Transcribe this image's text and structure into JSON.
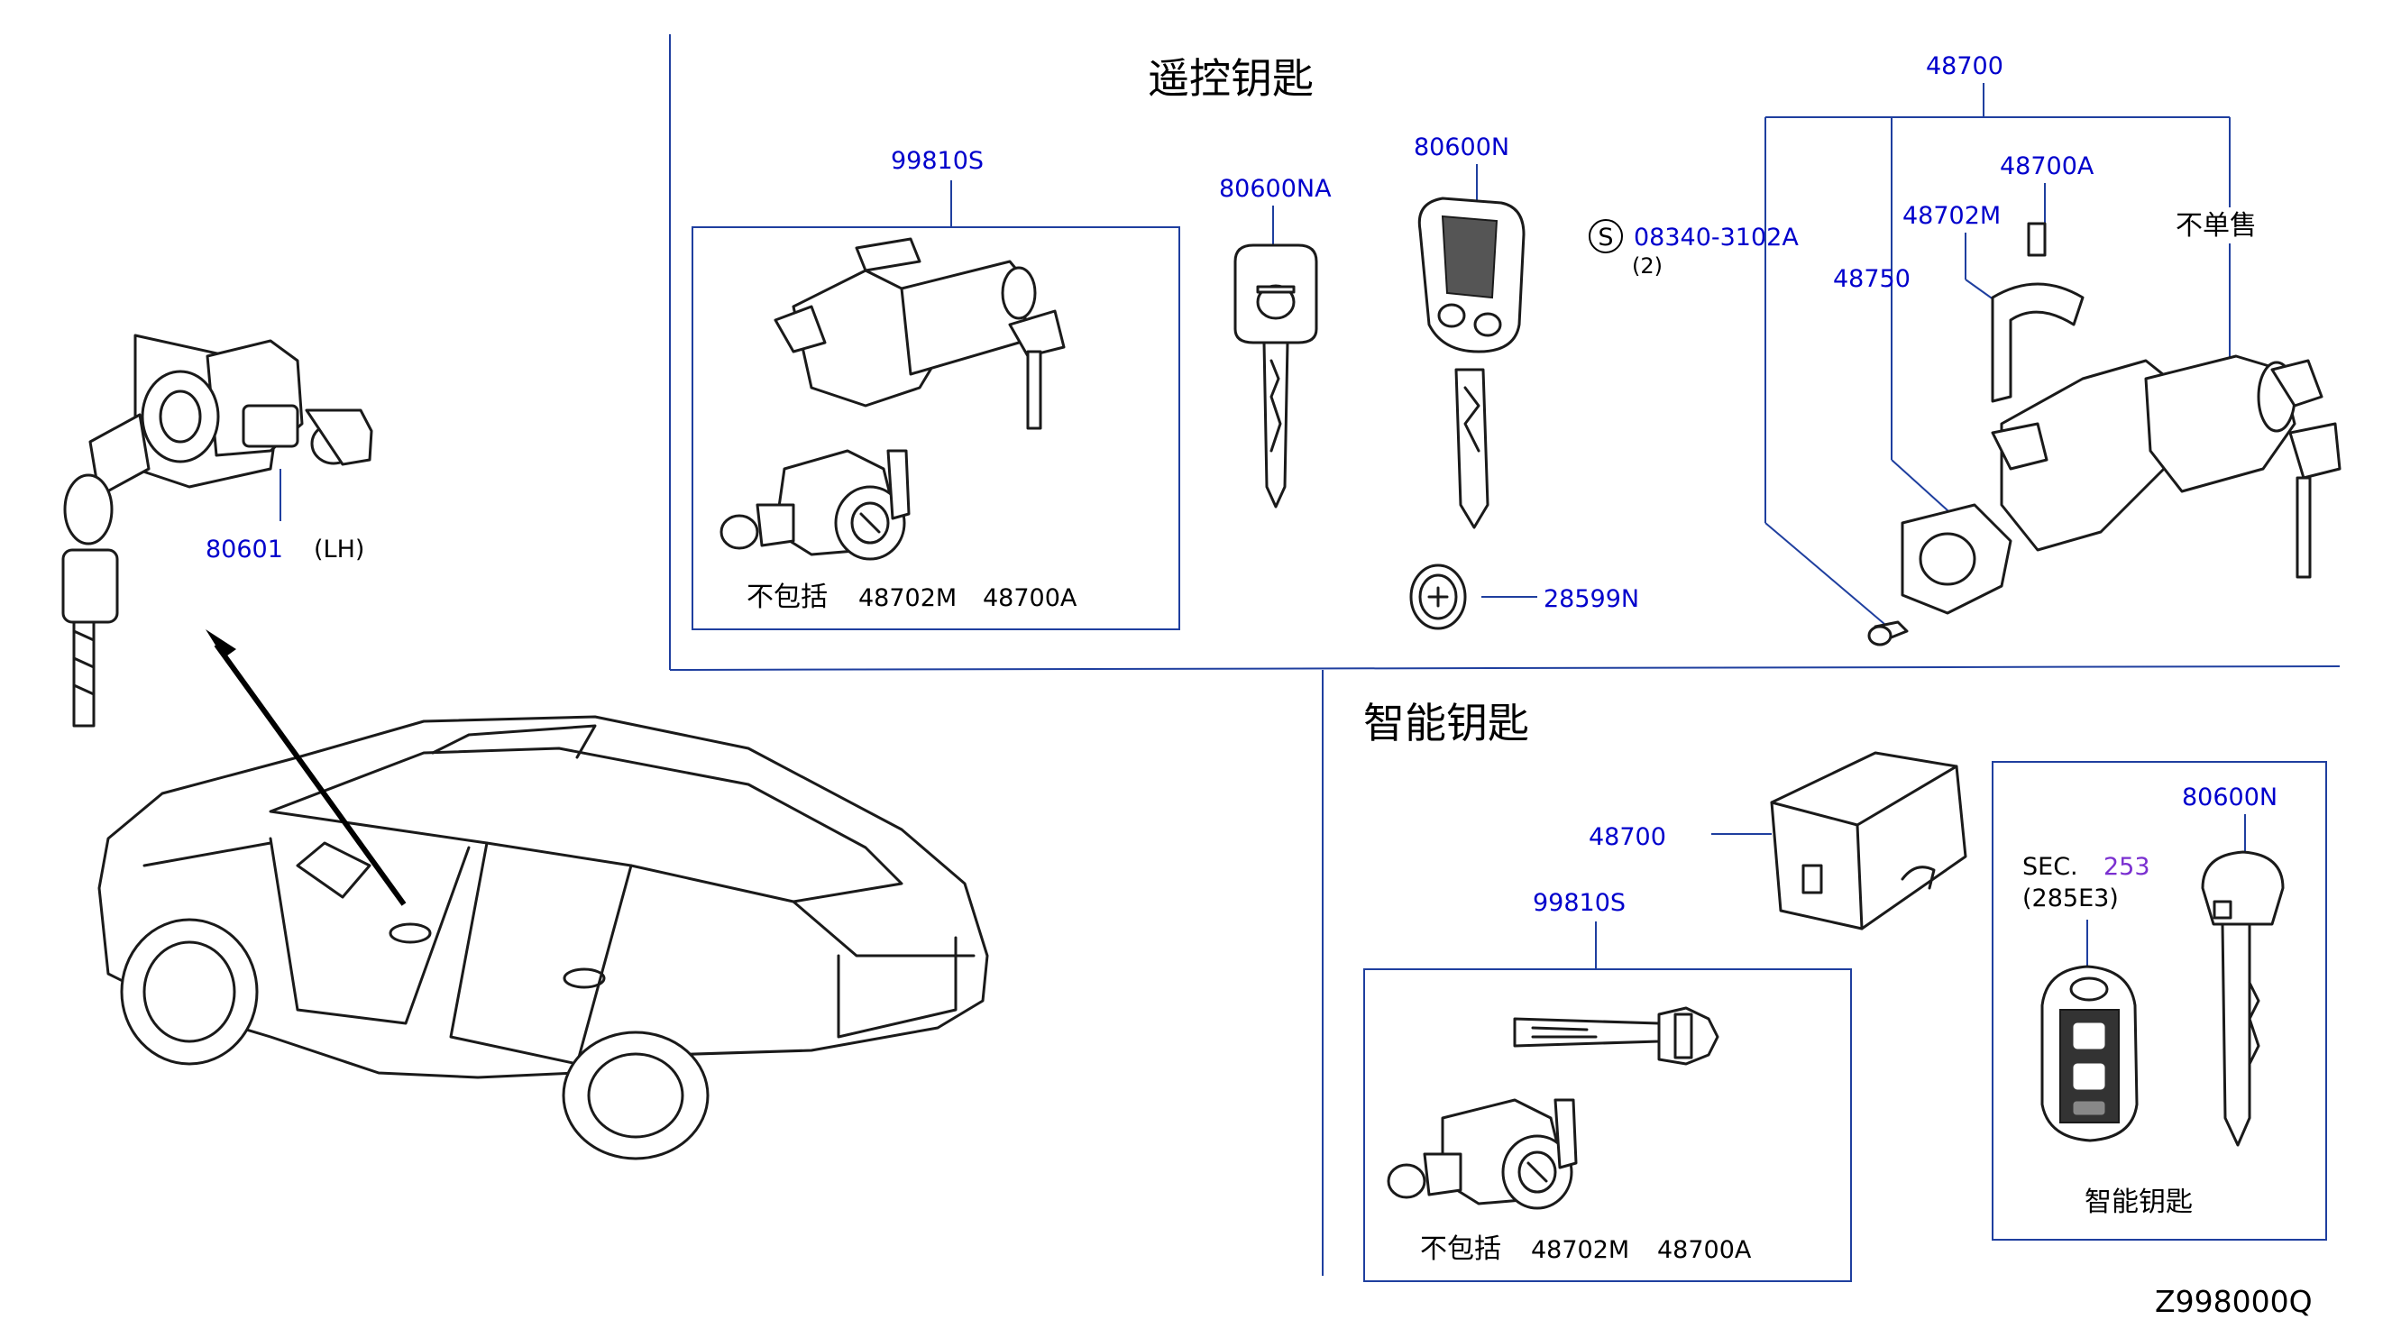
{
  "diagram_code": "Z998000Q",
  "sections": {
    "remote_key": {
      "title": "遥控钥匙",
      "part_99810s": "99810S",
      "not_incl_label": "不包括",
      "not_incl_1": "48702M",
      "not_incl_2": "48700A",
      "part_80600na": "80600NA",
      "part_80600n": "80600N",
      "part_28599n": "28599N",
      "screw_symbol": "S",
      "part_screw": "08340-3102A",
      "screw_qty": "(2)",
      "part_48700": "48700",
      "part_48700a": "48700A",
      "part_48702m": "48702M",
      "part_48750": "48750",
      "not_sold_label": "不单售"
    },
    "door_lock": {
      "part_80601": "80601",
      "side": "(LH)"
    },
    "smart_key": {
      "title": "智能钥匙",
      "part_48700": "48700",
      "part_99810s": "99810S",
      "not_incl_label": "不包括",
      "not_incl_1": "48702M",
      "not_incl_2": "48700A",
      "part_80600n": "80600N",
      "sec_prefix": "SEC.",
      "sec_number": "253",
      "sec_sub": "(285E3)",
      "fob_caption": "智能钥匙"
    }
  },
  "colors": {
    "part_number": "#0000cc",
    "section_ref": "#7a2fd0",
    "leader_line": "#1f3f9f",
    "drawing": "#1a1a1a"
  }
}
